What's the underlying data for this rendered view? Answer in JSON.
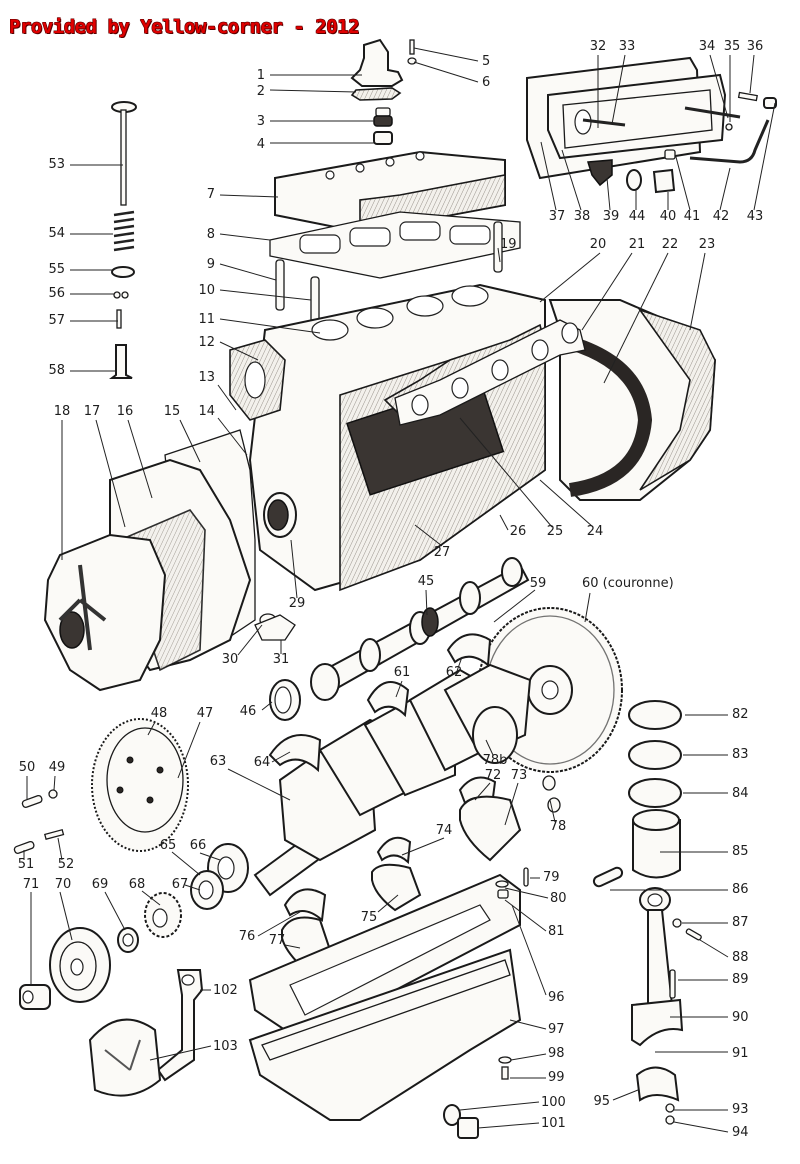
{
  "title": "Provided by Yellow-corner - 2012",
  "diagram": {
    "kind": "exploded engine parts diagram",
    "callouts": [
      {
        "id": "1",
        "label": "1"
      },
      {
        "id": "2",
        "label": "2"
      },
      {
        "id": "3",
        "label": "3"
      },
      {
        "id": "4",
        "label": "4"
      },
      {
        "id": "5",
        "label": "5"
      },
      {
        "id": "6",
        "label": "6"
      },
      {
        "id": "7",
        "label": "7"
      },
      {
        "id": "8",
        "label": "8"
      },
      {
        "id": "9",
        "label": "9"
      },
      {
        "id": "10",
        "label": "10"
      },
      {
        "id": "11",
        "label": "11"
      },
      {
        "id": "12",
        "label": "12"
      },
      {
        "id": "13",
        "label": "13"
      },
      {
        "id": "14",
        "label": "14"
      },
      {
        "id": "15",
        "label": "15"
      },
      {
        "id": "16",
        "label": "16"
      },
      {
        "id": "17",
        "label": "17"
      },
      {
        "id": "18",
        "label": "18"
      },
      {
        "id": "19",
        "label": "19"
      },
      {
        "id": "20",
        "label": "20"
      },
      {
        "id": "21",
        "label": "21"
      },
      {
        "id": "22",
        "label": "22"
      },
      {
        "id": "23",
        "label": "23"
      },
      {
        "id": "24",
        "label": "24"
      },
      {
        "id": "25",
        "label": "25"
      },
      {
        "id": "26",
        "label": "26"
      },
      {
        "id": "27",
        "label": "27"
      },
      {
        "id": "29",
        "label": "29"
      },
      {
        "id": "30",
        "label": "30"
      },
      {
        "id": "31",
        "label": "31"
      },
      {
        "id": "32",
        "label": "32"
      },
      {
        "id": "33",
        "label": "33"
      },
      {
        "id": "34",
        "label": "34"
      },
      {
        "id": "35",
        "label": "35"
      },
      {
        "id": "36",
        "label": "36"
      },
      {
        "id": "37",
        "label": "37"
      },
      {
        "id": "38",
        "label": "38"
      },
      {
        "id": "39",
        "label": "39"
      },
      {
        "id": "40",
        "label": "40"
      },
      {
        "id": "41",
        "label": "41"
      },
      {
        "id": "42",
        "label": "42"
      },
      {
        "id": "43",
        "label": "43"
      },
      {
        "id": "44",
        "label": "44"
      },
      {
        "id": "45",
        "label": "45"
      },
      {
        "id": "46",
        "label": "46"
      },
      {
        "id": "47",
        "label": "47"
      },
      {
        "id": "48",
        "label": "48"
      },
      {
        "id": "49",
        "label": "49"
      },
      {
        "id": "50",
        "label": "50"
      },
      {
        "id": "51",
        "label": "51"
      },
      {
        "id": "52",
        "label": "52"
      },
      {
        "id": "53",
        "label": "53"
      },
      {
        "id": "54",
        "label": "54"
      },
      {
        "id": "55",
        "label": "55"
      },
      {
        "id": "56",
        "label": "56"
      },
      {
        "id": "57",
        "label": "57"
      },
      {
        "id": "58",
        "label": "58"
      },
      {
        "id": "59",
        "label": "59"
      },
      {
        "id": "60",
        "label": "60 (couronne)"
      },
      {
        "id": "61",
        "label": "61"
      },
      {
        "id": "62",
        "label": "62"
      },
      {
        "id": "63",
        "label": "63"
      },
      {
        "id": "64",
        "label": "64"
      },
      {
        "id": "65",
        "label": "65"
      },
      {
        "id": "66",
        "label": "66"
      },
      {
        "id": "67",
        "label": "67"
      },
      {
        "id": "68",
        "label": "68"
      },
      {
        "id": "69",
        "label": "69"
      },
      {
        "id": "70",
        "label": "70"
      },
      {
        "id": "71",
        "label": "71"
      },
      {
        "id": "72",
        "label": "72"
      },
      {
        "id": "73",
        "label": "73"
      },
      {
        "id": "74",
        "label": "74"
      },
      {
        "id": "75",
        "label": "75"
      },
      {
        "id": "76",
        "label": "76"
      },
      {
        "id": "77",
        "label": "77"
      },
      {
        "id": "78",
        "label": "78"
      },
      {
        "id": "78b",
        "label": "78b"
      },
      {
        "id": "79",
        "label": "79"
      },
      {
        "id": "80",
        "label": "80"
      },
      {
        "id": "81",
        "label": "81"
      },
      {
        "id": "82",
        "label": "82"
      },
      {
        "id": "83",
        "label": "83"
      },
      {
        "id": "84",
        "label": "84"
      },
      {
        "id": "85",
        "label": "85"
      },
      {
        "id": "86",
        "label": "86"
      },
      {
        "id": "87",
        "label": "87"
      },
      {
        "id": "88",
        "label": "88"
      },
      {
        "id": "89",
        "label": "89"
      },
      {
        "id": "90",
        "label": "90"
      },
      {
        "id": "91",
        "label": "91"
      },
      {
        "id": "93",
        "label": "93"
      },
      {
        "id": "94",
        "label": "94"
      },
      {
        "id": "95",
        "label": "95"
      },
      {
        "id": "96",
        "label": "96"
      },
      {
        "id": "97",
        "label": "97"
      },
      {
        "id": "98",
        "label": "98"
      },
      {
        "id": "99",
        "label": "99"
      },
      {
        "id": "100",
        "label": "100"
      },
      {
        "id": "101",
        "label": "101"
      },
      {
        "id": "102",
        "label": "102"
      },
      {
        "id": "103",
        "label": "103"
      }
    ]
  },
  "colors": {
    "title": "#e00000",
    "ink": "#1e1e1e",
    "background": "#ffffff"
  }
}
